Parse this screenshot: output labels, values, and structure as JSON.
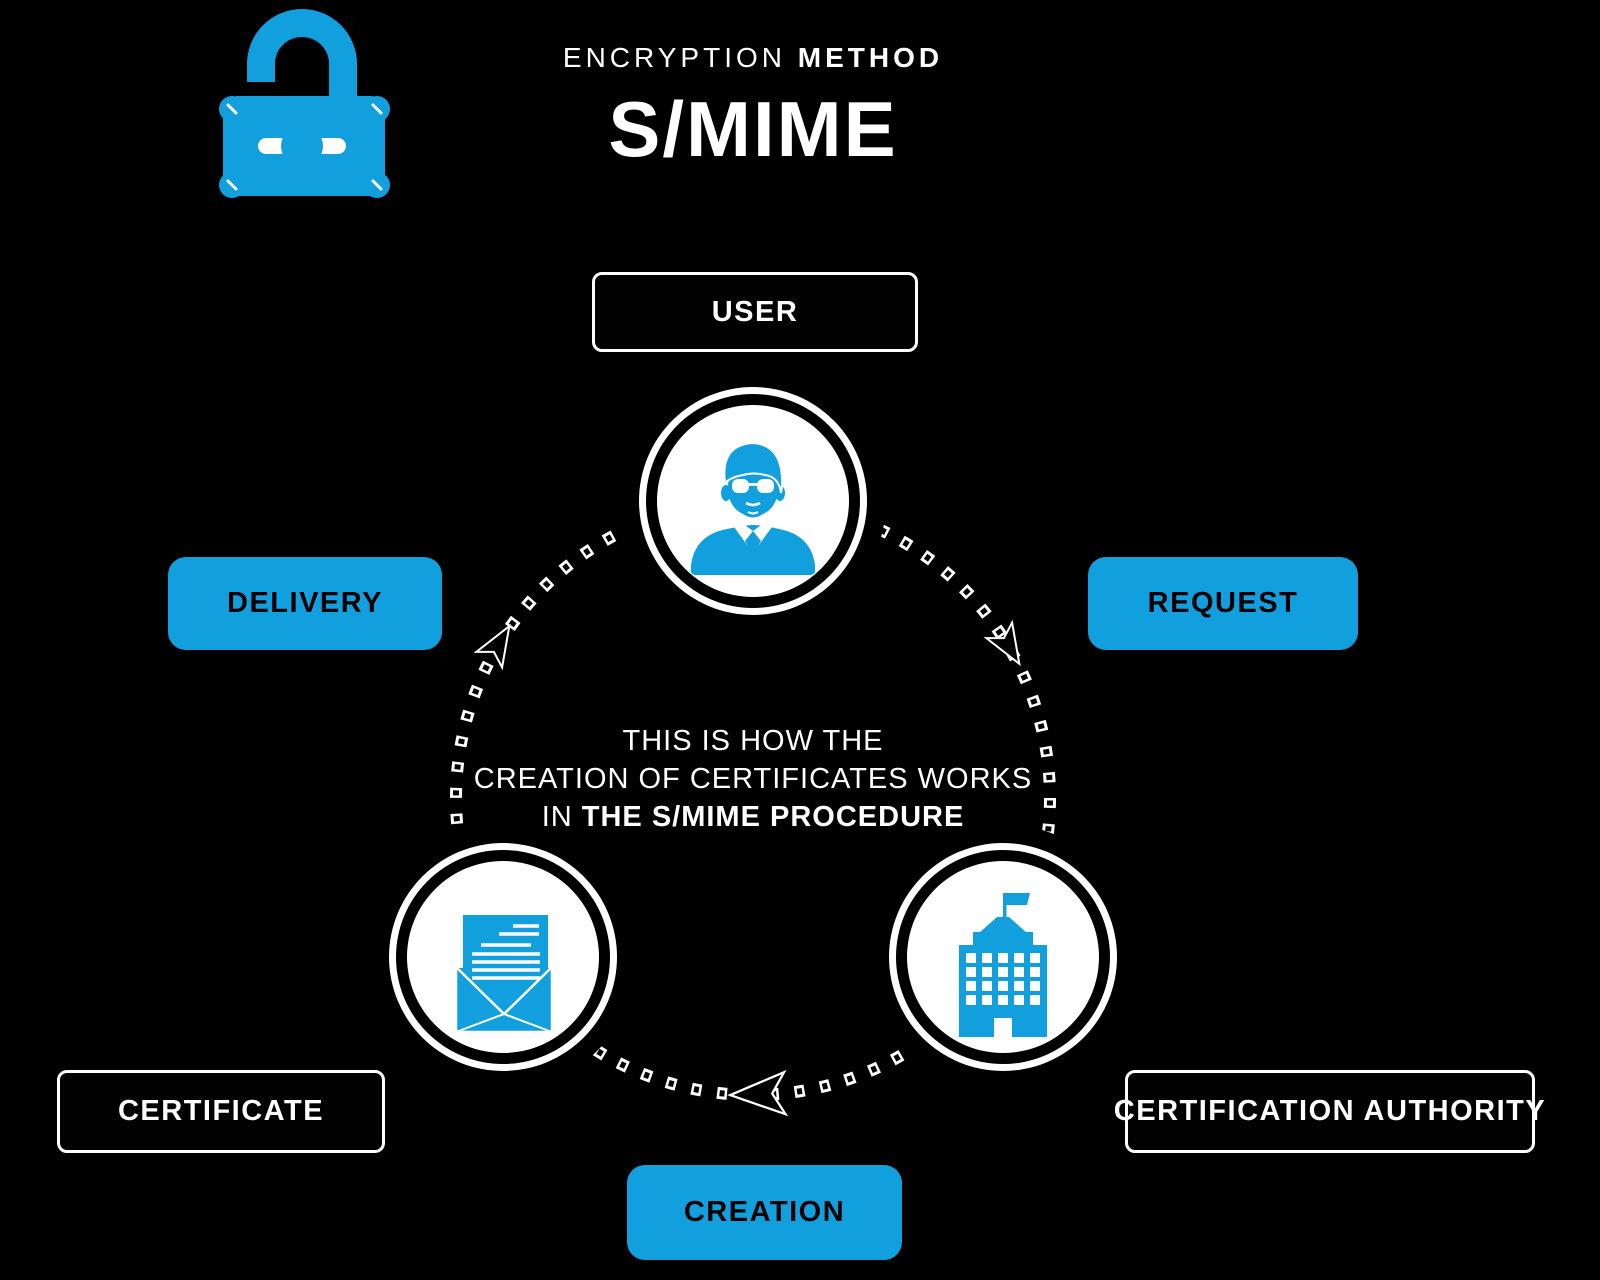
{
  "header": {
    "eyebrow_light": "ENCRYPTION ",
    "eyebrow_bold": "METHOD",
    "title": "S/MIME"
  },
  "colors": {
    "background": "#000000",
    "accent": "#129FDE",
    "ring_and_outlines": "#FFFFFF",
    "text_on_blue": "#000000",
    "text_on_black": "#FFFFFF"
  },
  "center_text": {
    "line1": "THIS IS HOW THE",
    "line2": "CREATION OF CERTIFICATES WORKS",
    "line3_normal": "IN ",
    "line3_bold": "THE S/MIME PROCEDURE"
  },
  "cycle": {
    "flow_direction": "clockwise",
    "nodes": [
      {
        "id": "user",
        "label": "USER",
        "icon": "person-icon",
        "box_style": "black-outlined"
      },
      {
        "id": "certification-authority",
        "label": "CERTIFICATION AUTHORITY",
        "icon": "building-icon",
        "box_style": "black-outlined"
      },
      {
        "id": "certificate",
        "label": "CERTIFICATE",
        "icon": "envelope-letter-icon",
        "box_style": "black-outlined"
      }
    ],
    "steps": [
      {
        "id": "request",
        "label": "REQUEST",
        "box_style": "blue-pill"
      },
      {
        "id": "creation",
        "label": "CREATION",
        "box_style": "blue-pill"
      },
      {
        "id": "delivery",
        "label": "DELIVERY",
        "box_style": "blue-pill"
      }
    ]
  },
  "logo": {
    "icon": "open-padlock-icon"
  }
}
